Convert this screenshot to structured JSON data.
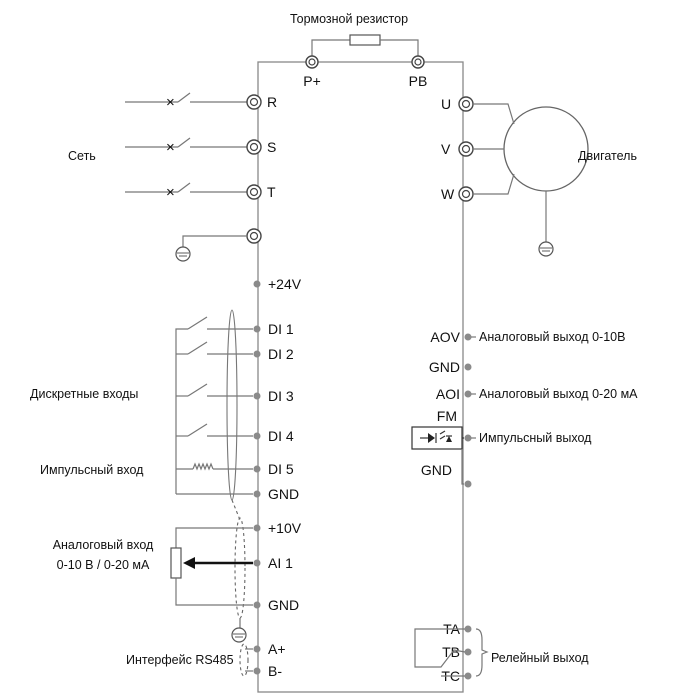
{
  "labels": {
    "brake_resistor": "Тормозной резистор",
    "network": "Сеть",
    "motor": "Двигатель",
    "digital_inputs": "Дискретные входы",
    "pulse_input": "Импульсный вход",
    "analog_input_line1": "Аналоговый вход",
    "analog_input_line2": "0-10 В / 0-20 мА",
    "rs485": "Интерфейс RS485",
    "analog_out_v": "Аналоговый выход 0-10В",
    "analog_out_i": "Аналоговый выход 0-20 мА",
    "pulse_out": "Импульсный выход",
    "relay_out": "Релейный выход"
  },
  "terminals": {
    "p_plus": "P+",
    "pb": "PB",
    "r": "R",
    "s": "S",
    "t": "T",
    "u": "U",
    "v": "V",
    "w": "W",
    "v24": "+24V",
    "di1": "DI 1",
    "di2": "DI 2",
    "di3": "DI 3",
    "di4": "DI 4",
    "di5": "DI 5",
    "gnd_left1": "GND",
    "v10": "+10V",
    "ai1": "AI 1",
    "gnd_left2": "GND",
    "a_plus": "A+",
    "b_minus": "B-",
    "aov": "AOV",
    "gnd_right1": "GND",
    "aoi": "AOI",
    "fm": "FM",
    "gnd_right2": "GND",
    "ta": "TA",
    "tb": "TB",
    "tc": "TC"
  }
}
